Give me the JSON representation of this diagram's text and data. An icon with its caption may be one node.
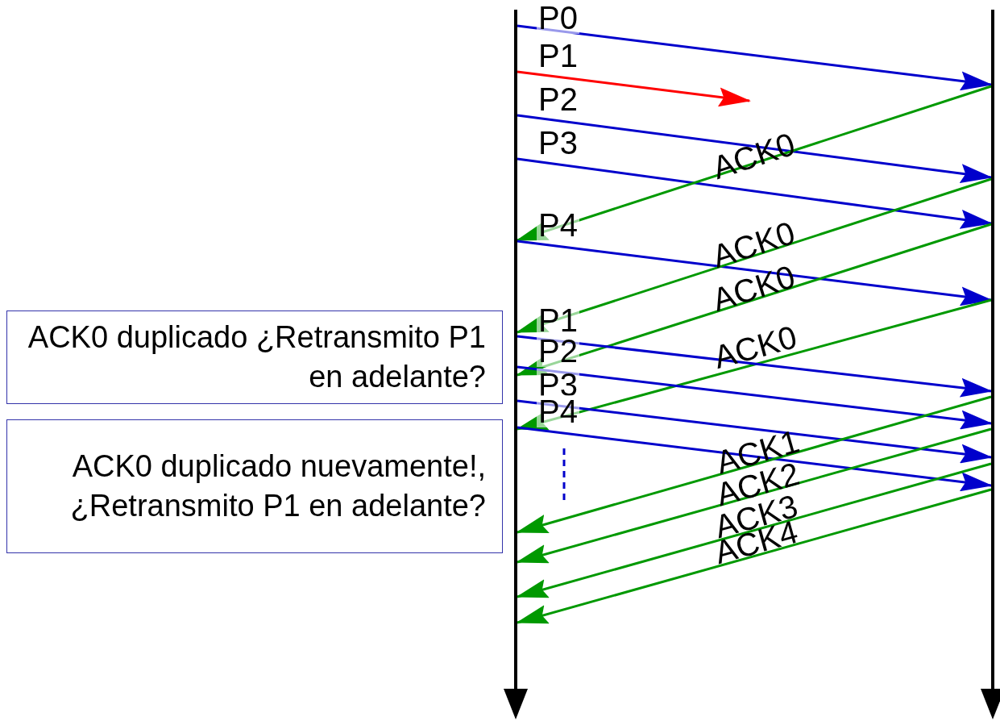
{
  "diagram": {
    "nodes": [
      {
        "text": [],
        "shape": "bar"
      },
      {
        "text": [],
        "shape": "bar"
      },
      {
        "text": [
          "ACK0 duplicado ¿Retransmito P1 en adelante?"
        ]
      },
      {
        "text": [
          "ACK0 duplicado nuevamente!, ¿Retransmito P1 en adelante?"
        ]
      }
    ],
    "edges": [
      {
        "from": 0,
        "to": 1,
        "arrow": "to",
        "label": "P0",
        "color": "#0000cc"
      },
      {
        "from": 0,
        "to": null,
        "arrow": "to",
        "label": "P1",
        "color": "#ff0000"
      },
      {
        "from": 0,
        "to": 1,
        "arrow": "to",
        "label": "P2",
        "color": "#0000cc"
      },
      {
        "from": 0,
        "to": 1,
        "arrow": "to",
        "label": "P3",
        "color": "#0000cc"
      },
      {
        "from": 1,
        "to": 0,
        "arrow": "to",
        "label": "ACK0",
        "color": "#009900"
      },
      {
        "from": 0,
        "to": 1,
        "arrow": "to",
        "label": "P4",
        "color": "#0000cc"
      },
      {
        "from": 1,
        "to": 0,
        "arrow": "to",
        "label": "ACK0",
        "color": "#009900"
      },
      {
        "from": 1,
        "to": 0,
        "arrow": "to",
        "label": "ACK0",
        "color": "#009900"
      },
      {
        "from": 1,
        "to": 0,
        "arrow": "to",
        "label": "ACK0",
        "color": "#009900"
      },
      {
        "from": 0,
        "to": 1,
        "arrow": "to",
        "label": "P1",
        "color": "#0000cc"
      },
      {
        "from": 0,
        "to": 1,
        "arrow": "to",
        "label": "P2",
        "color": "#0000cc"
      },
      {
        "from": 0,
        "to": 1,
        "arrow": "to",
        "label": "P3",
        "color": "#0000cc"
      },
      {
        "from": 0,
        "to": 1,
        "arrow": "to",
        "label": "P4",
        "color": "#0000cc"
      },
      {
        "from": 1,
        "to": 0,
        "arrow": "to",
        "label": "ACK1",
        "color": "#009900"
      },
      {
        "from": 1,
        "to": 0,
        "arrow": "to",
        "label": "ACK2",
        "color": "#009900"
      },
      {
        "from": 1,
        "to": 0,
        "arrow": "to",
        "label": "ACK3",
        "color": "#009900"
      },
      {
        "from": 1,
        "to": 0,
        "arrow": "to",
        "label": "ACK4",
        "color": "#009900"
      }
    ]
  }
}
